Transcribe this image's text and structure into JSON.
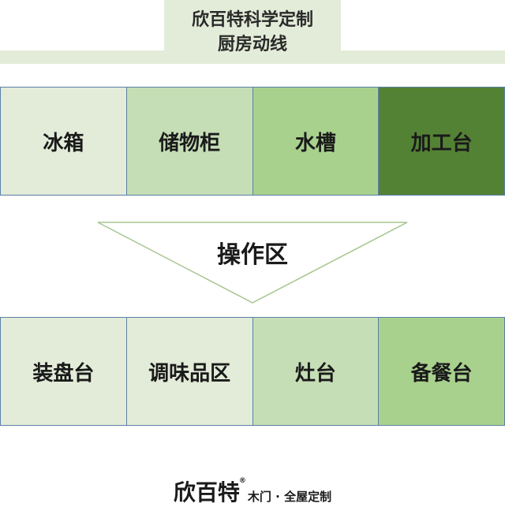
{
  "title": {
    "line1": "欣百特科学定制",
    "line2": "厨房动线"
  },
  "top_row": [
    {
      "label": "冰箱",
      "color": "#e3ecd8"
    },
    {
      "label": "储物柜",
      "color": "#c6deb6"
    },
    {
      "label": "水槽",
      "color": "#a9d18e"
    },
    {
      "label": "加工台",
      "color": "#548235"
    }
  ],
  "center": {
    "label": "操作区"
  },
  "bottom_row": [
    {
      "label": "装盘台",
      "color": "#e3ecd8"
    },
    {
      "label": "调味品区",
      "color": "#e3ecd8"
    },
    {
      "label": "灶台",
      "color": "#c6deb6"
    },
    {
      "label": "备餐台",
      "color": "#a9d18e"
    }
  ],
  "footer": {
    "brand": "欣百特",
    "reg_mark": "®",
    "tagline": "木门 · 全屋定制"
  },
  "colors": {
    "title_bg": "#e3ecd8",
    "border": "#5b7fa6",
    "triangle_stroke": "#a9c590"
  }
}
